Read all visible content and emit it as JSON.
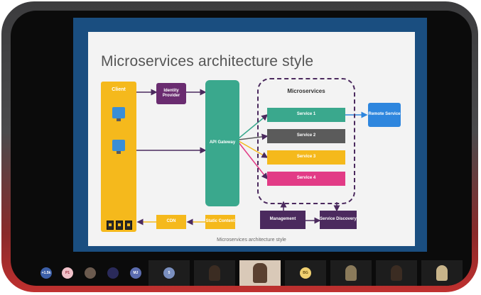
{
  "slide": {
    "title": "Microservices architecture style",
    "caption": "Microservices architecture style",
    "client": "Client",
    "identity_provider": "Identity Provider",
    "api_gateway": "API Gateway",
    "microservices": "Microservices",
    "services": [
      {
        "label": "Service 1",
        "color": "#3aa88d"
      },
      {
        "label": "Service 2",
        "color": "#5b5b5b"
      },
      {
        "label": "Service 3",
        "color": "#f5b91c"
      },
      {
        "label": "Service 4",
        "color": "#e23b86"
      }
    ],
    "remote_service": "Remote Service",
    "management": "Management",
    "service_discovery": "Service Discovery",
    "cdn": "CDN",
    "static_content": "Static Content",
    "colors": {
      "client": "#f5b91c",
      "identity": "#6a2c70",
      "gateway": "#3aa88d",
      "remote": "#2e86de",
      "management": "#4b2a5e",
      "arrow": "#4b2a5e"
    }
  },
  "participants": [
    {
      "initials": "+1.5k",
      "color": "#3c5fa8"
    },
    {
      "initials": "P1",
      "color": "#f0c1c9"
    },
    {
      "initials": "",
      "color": "#6b5a4e"
    },
    {
      "initials": "",
      "color": "#2a2a5a"
    },
    {
      "initials": "MJ",
      "color": "#5b6cae"
    },
    {
      "initials": "5",
      "color": "#7a8fbf"
    },
    {
      "initials": "",
      "color": "#3b2c22"
    },
    {
      "initials": "",
      "color": "#d9c9b8"
    },
    {
      "initials": "BG",
      "color": "#f0d070"
    },
    {
      "initials": "",
      "color": "#8a7a5a"
    },
    {
      "initials": "",
      "color": "#3b2c22"
    },
    {
      "initials": "",
      "color": "#c8b48a"
    },
    {
      "initials": "",
      "color": "#7f7f7f"
    }
  ]
}
